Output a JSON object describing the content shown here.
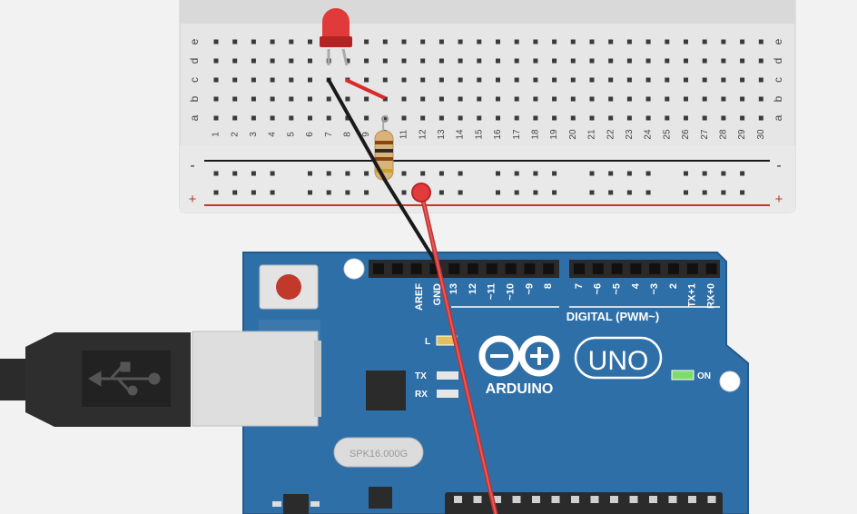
{
  "breadboard": {
    "row_letters": [
      "a",
      "b",
      "c",
      "d",
      "e"
    ],
    "column_numbers": [
      "1",
      "2",
      "3",
      "4",
      "5",
      "6",
      "7",
      "8",
      "9",
      "10",
      "11",
      "12",
      "13",
      "14",
      "15",
      "16",
      "17",
      "18",
      "19",
      "20",
      "21",
      "22",
      "23",
      "24",
      "25",
      "26",
      "27",
      "28",
      "29",
      "30"
    ],
    "rail_minus": "-",
    "rail_plus": "+"
  },
  "arduino": {
    "header_pins": [
      "AREF",
      "GND",
      "13",
      "12",
      "~11",
      "~10",
      "~9",
      "8",
      "7",
      "~6",
      "~5",
      "4",
      "~3",
      "2",
      "TX+1",
      "RX+0"
    ],
    "digital_label": "DIGITAL (PWM~)",
    "led_l": "L",
    "led_tx": "TX",
    "led_rx": "RX",
    "brand": "ARDUINO",
    "model": "UNO",
    "on_label": "ON",
    "crystal": "SPK16.000G"
  },
  "colors": {
    "board_blue": "#2f6fa7",
    "breadboard_bg": "#e4e4e4",
    "wire_red": "#e23b3b",
    "wire_black": "#1a1a1a",
    "led_red": "#d92b2b",
    "rail_red": "#c0392b"
  }
}
